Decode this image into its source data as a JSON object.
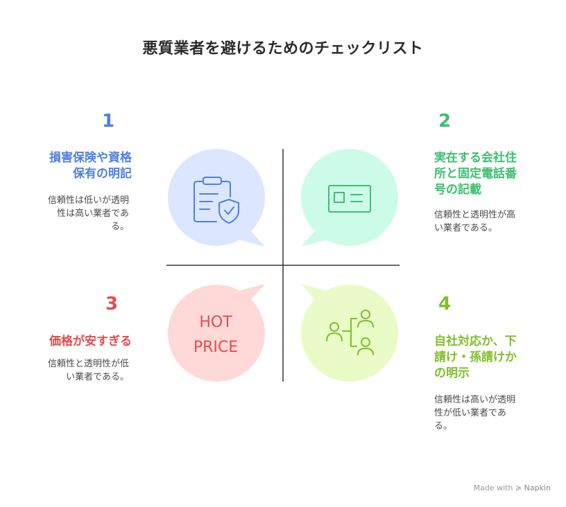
{
  "title": "悪質業者を避けるためのチェックリスト",
  "items": [
    {
      "number": "1",
      "heading_line1": "損害保険や資格",
      "heading_line2": "保有の明記",
      "desc_line1": "信頼性は低いが透明",
      "desc_line2": "性は高い業者であ",
      "desc_line3": "る。",
      "color": "#4f7fe0",
      "bubble_color": "#dce7ff",
      "icon": "clipboard-shield-icon"
    },
    {
      "number": "2",
      "heading_line1": "実在する会社住",
      "heading_line2": "所と固定電話番",
      "heading_line3": "号の記載",
      "desc_line1": "信頼性と透明性が高",
      "desc_line2": "い業者である。",
      "color": "#3cbf6e",
      "bubble_color": "#ccfce8",
      "icon": "id-card-icon"
    },
    {
      "number": "3",
      "heading_line1": "価格が安すぎる",
      "desc_line1": "信頼性と透明性が低",
      "desc_line2": "い業者である。",
      "color": "#e34c4c",
      "bubble_color": "#ffd8d8",
      "icon": "hot-price-icon",
      "icon_text_line1": "HOT",
      "icon_text_line2": "PRICE"
    },
    {
      "number": "4",
      "heading_line1": "自社対応か、下",
      "heading_line2": "請け・孫請けか",
      "heading_line3": "の明示",
      "desc_line1": "信頼性は高いが透明",
      "desc_line2": "性が低い業者であ",
      "desc_line3": "る。",
      "color": "#7fbf2a",
      "bubble_color": "#e9fbc7",
      "icon": "org-chart-icon"
    }
  ],
  "footer": {
    "made_with": "Made with",
    "brand": "Napkin",
    "icon": "napkin-logo-icon"
  }
}
